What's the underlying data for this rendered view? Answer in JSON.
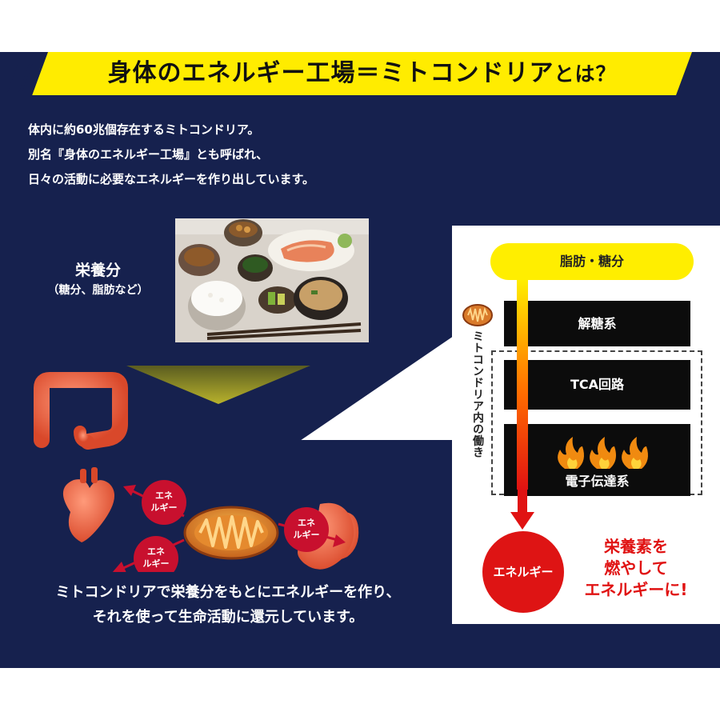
{
  "title": {
    "main": "身体のエネルギー工場＝ミトコンドリア",
    "suffix": "とは？"
  },
  "intro": [
    "体内に約60兆個存在するミトコンドリア。",
    "別名『身体のエネルギー工場』とも呼ばれ、",
    "日々の活動に必要なエネルギーを作り出しています。"
  ],
  "nutrients": {
    "label": "栄養分",
    "note": "（糖分、脂肪など）"
  },
  "energy_tag": {
    "line1": "エネ",
    "line2": "ルギー"
  },
  "caption": [
    "ミトコンドリアで栄養分をもとにエネルギーを作り、",
    "それを使って生命活動に還元しています。"
  ],
  "flow": {
    "input": "脂肪・糖分",
    "side_label": "ミトコンドリア内の働き",
    "stages": [
      "解糖系",
      "TCA回路",
      "電子伝達系"
    ],
    "output": "エネルギー",
    "result": [
      "栄養素を",
      "燃やして",
      "エネルギーに!"
    ]
  },
  "colors": {
    "navy": "#16214e",
    "yellow": "#ffec00",
    "red": "#de1414",
    "organ": "#ef5d3a",
    "black": "#0c0c0c"
  }
}
